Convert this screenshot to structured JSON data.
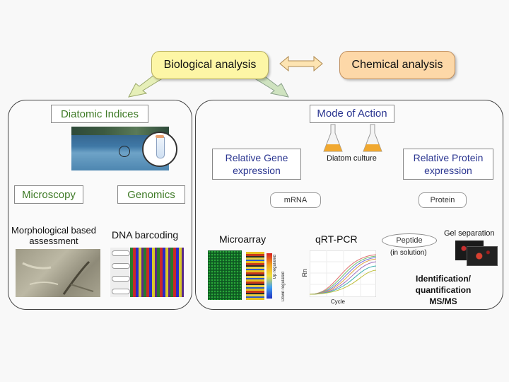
{
  "top": {
    "biological": "Biological analysis",
    "chemical": "Chemical analysis"
  },
  "left_panel": {
    "title": "Diatomic Indices",
    "microscopy": "Microscopy",
    "genomics": "Genomics",
    "morphological": "Morphological based assessment",
    "dna_barcoding": "DNA barcoding"
  },
  "right_panel": {
    "title": "Mode of Action",
    "gene_expression": "Relative Gene expression",
    "protein_expression": "Relative Protein expression",
    "diatom_culture": "Diatom culture",
    "mrna": "mRNA",
    "protein": "Protein",
    "microarray": "Microarray",
    "qrtpcr": "qRT-PCR",
    "peptide": "Peptide",
    "in_solution": "(in solution)",
    "gel_separation": "Gel separation",
    "identification": "Identification/ quantification MS/MS",
    "up_regulated": "Up regulated",
    "down_regulated": "Down regulated",
    "rn_axis": "Rn",
    "cycle_axis": "Cycle"
  },
  "colors": {
    "yellow_box": "#fdf6a6",
    "orange_box": "#fdd8a8",
    "green_text": "#3e7a26",
    "blue_text": "#2a3590",
    "arrow_blue": "#2a3590",
    "arrow_green": "#3e7a26"
  }
}
